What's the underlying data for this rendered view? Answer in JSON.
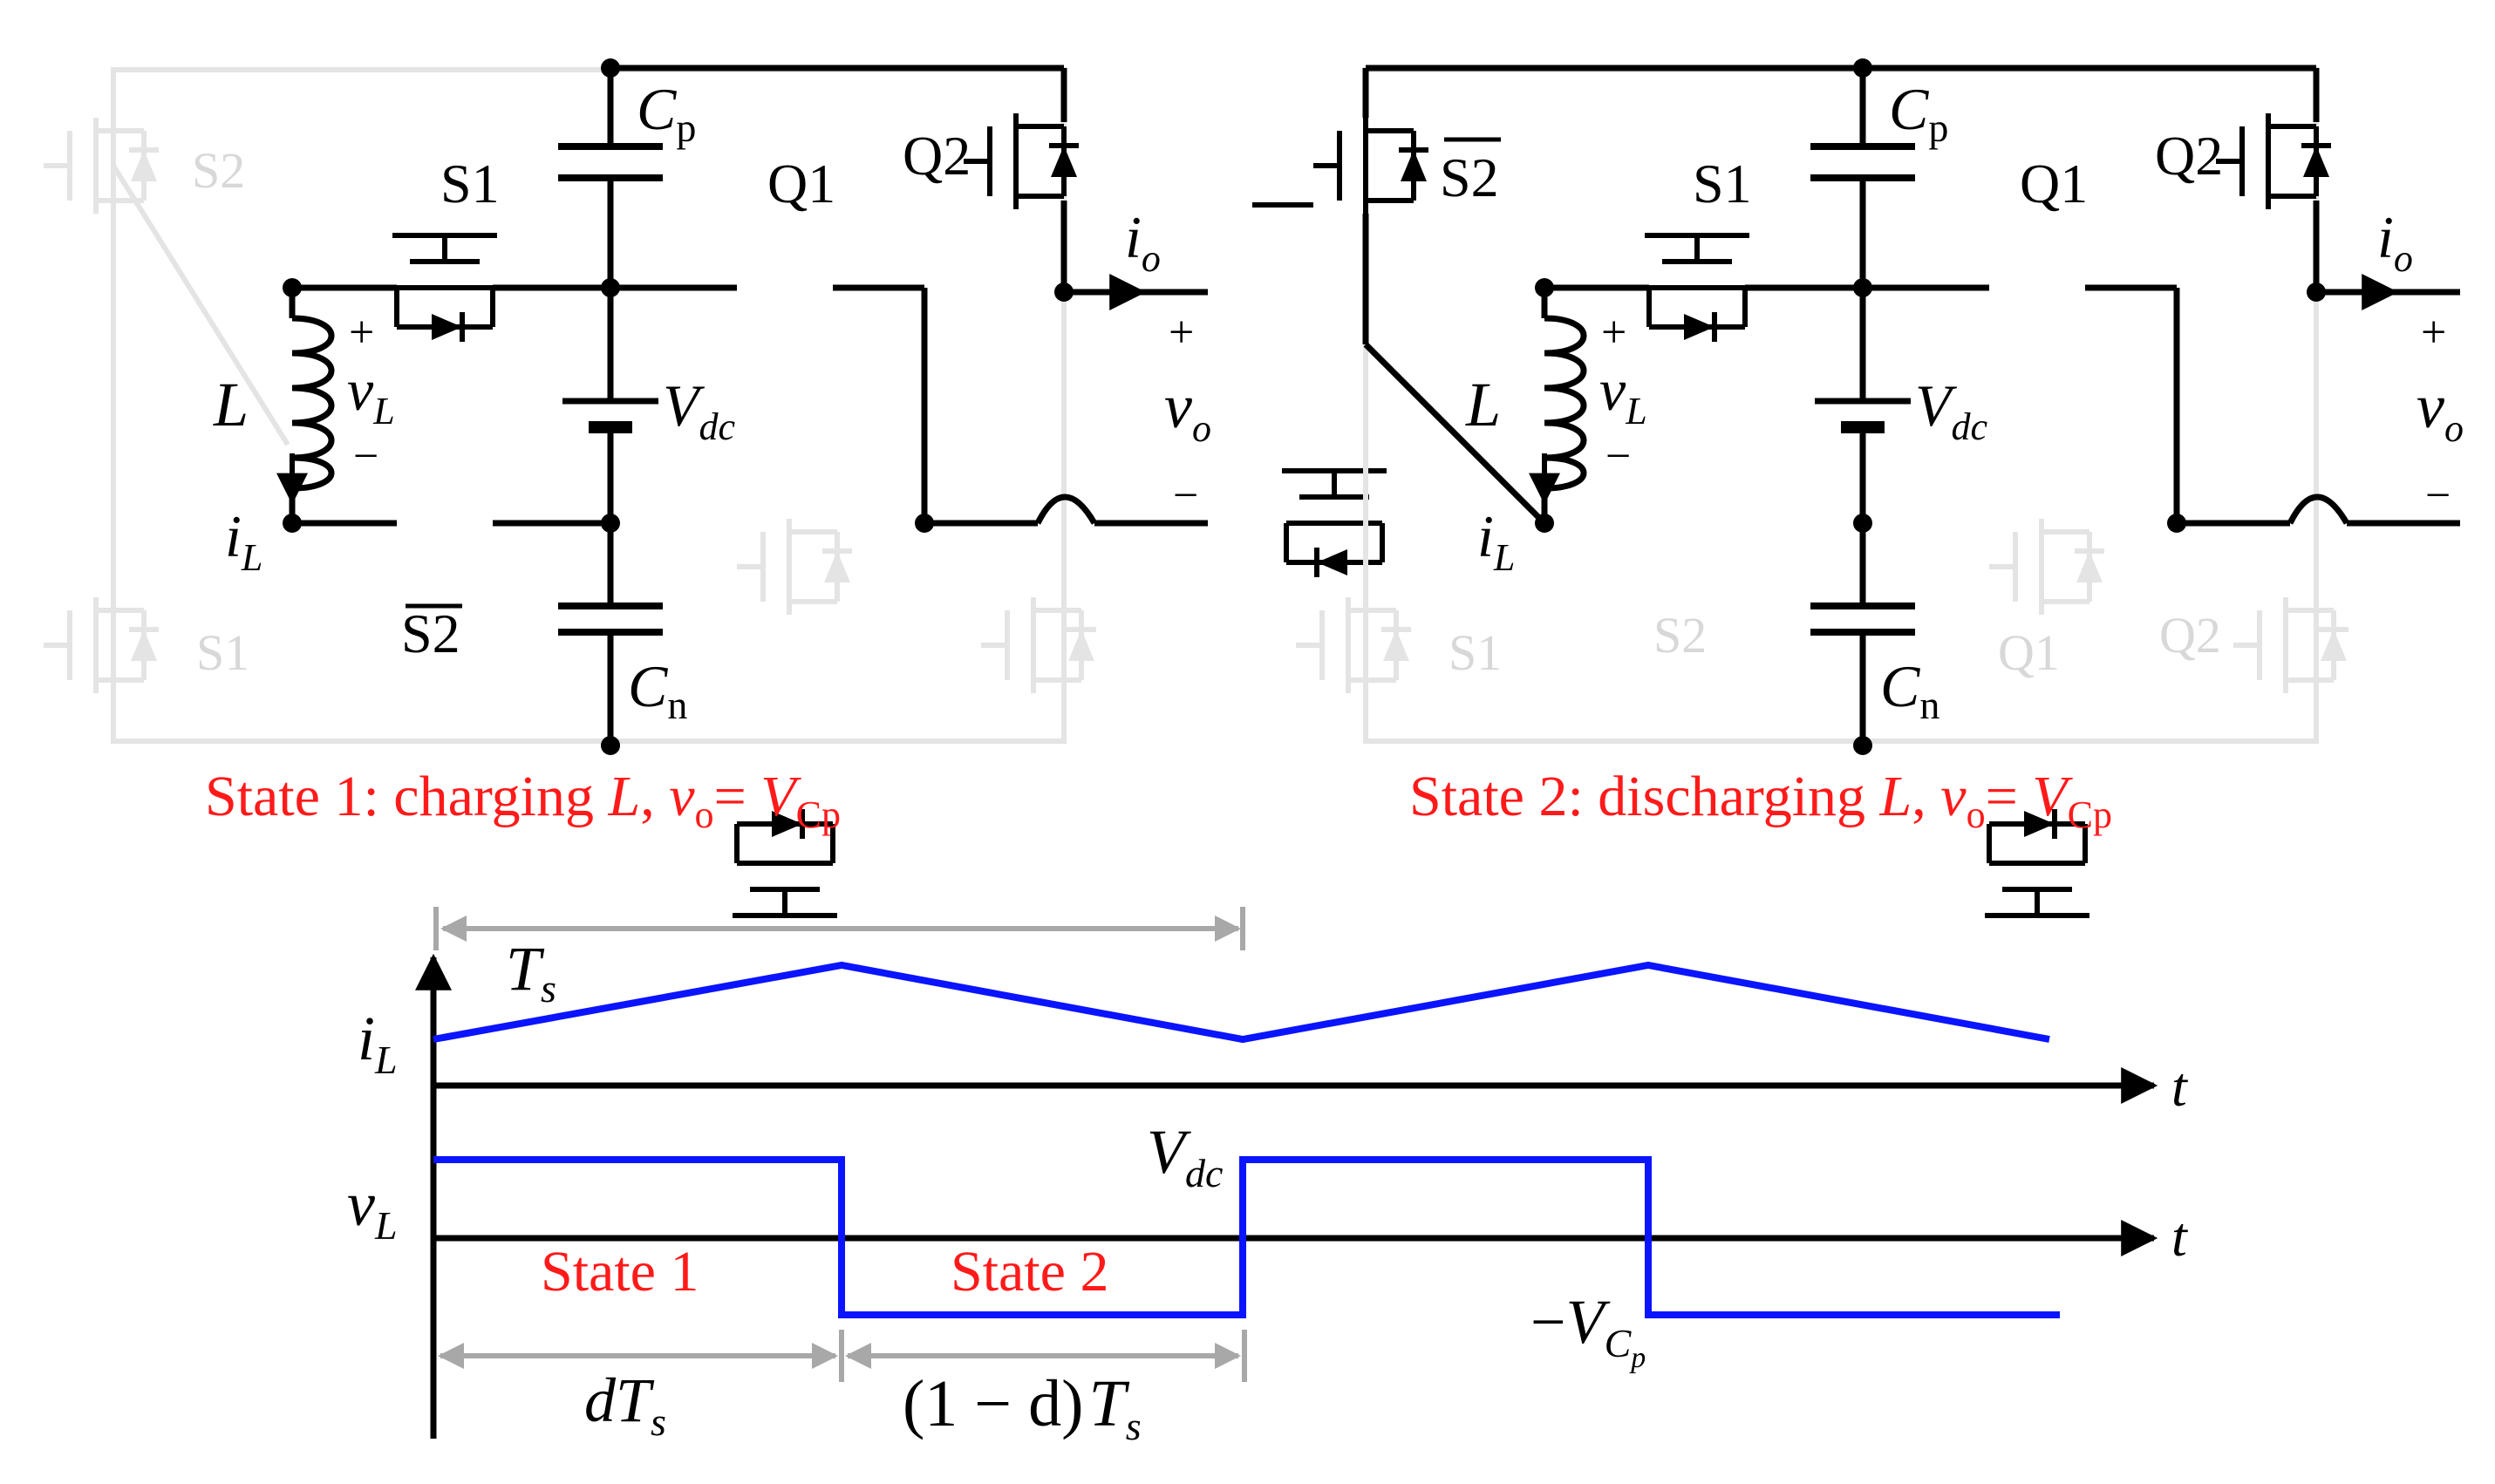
{
  "colors": {
    "wire": "#000000",
    "ghost": "#e4e4e4",
    "ghost_text": "#d8d8d8",
    "accent": "#ff1a1a",
    "trace": "#0a14ff",
    "dim": "#a8a8a8"
  },
  "icons": [
    "nmos-switch-icon",
    "diode-icon",
    "capacitor-icon",
    "dc-source-icon",
    "inductor-icon",
    "arrow-icon"
  ],
  "circuit1": {
    "cp_main": "C",
    "cp_sub": "p",
    "cn_main": "C",
    "cn_sub": "n",
    "s1": "S1",
    "s2": "S2",
    "q1": "Q1",
    "q2": "Q2",
    "l": "L",
    "vl_main": "v",
    "vl_sub": "L",
    "il_main": "i",
    "il_sub": "L",
    "vdc_main": "V",
    "vdc_sub": "dc",
    "io_main": "i",
    "io_sub": "o",
    "vo_main": "v",
    "vo_sub": "o",
    "plus": "+",
    "minus": "−",
    "ghost_s1": "S1",
    "ghost_s2": "S2",
    "caption": {
      "prefix": "State 1: charging ",
      "l": "L",
      "comma": ", ",
      "vo_v": "v",
      "vo_sub": "o",
      "eq": "= ",
      "vcp_v": "V",
      "vcp_sub": "Cp"
    }
  },
  "circuit2": {
    "cp_main": "C",
    "cp_sub": "p",
    "cn_main": "C",
    "cn_sub": "n",
    "s1": "S1",
    "s2": "S2",
    "q1": "Q1",
    "q2": "Q2",
    "l": "L",
    "vl_main": "v",
    "vl_sub": "L",
    "il_main": "i",
    "il_sub": "L",
    "vdc_main": "V",
    "vdc_sub": "dc",
    "io_main": "i",
    "io_sub": "o",
    "vo_main": "v",
    "vo_sub": "o",
    "plus": "+",
    "minus": "−",
    "ghost_s1": "S1",
    "ghost_s2": "S2",
    "ghost_q1": "Q1",
    "ghost_q2": "Q2",
    "caption": {
      "prefix": "State 2: discharging ",
      "l": "L",
      "comma": ", ",
      "vo_v": "v",
      "vo_sub": "o",
      "eq": "= ",
      "vcp_v": "V",
      "vcp_sub": "Cp"
    }
  },
  "waveforms": {
    "ts_main": "T",
    "ts_sub": "s",
    "il_main": "i",
    "il_sub": "L",
    "vl_main": "v",
    "vl_sub": "L",
    "t_axis": "t",
    "vdc_main": "V",
    "vdc_sub": "dc",
    "neg_vcp_minus": "−",
    "neg_vcp_main": "V",
    "neg_vcp_sub": "C",
    "neg_vcp_subsub": "p",
    "state1": "State 1",
    "state2": "State 2",
    "dts_d": "d",
    "dts_t": "T",
    "dts_sub": "s",
    "one_minus_d": "(1 − d)",
    "omd_t": "T",
    "omd_sub": "s"
  }
}
